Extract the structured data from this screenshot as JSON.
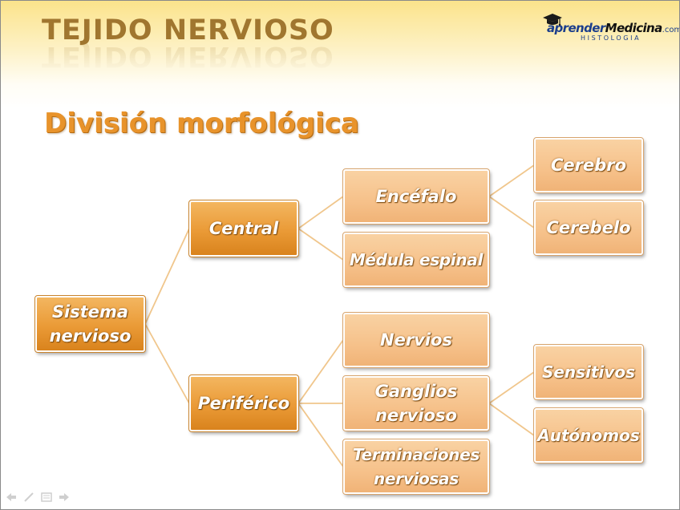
{
  "slide": {
    "title": "TEJIDO NERVIOSO",
    "subtitle": "División morfológica"
  },
  "logo": {
    "part1": "aprender",
    "part2": "Medicina",
    "suffix": ".com",
    "sub": "HISTOLOGIA",
    "icon": "graduation-cap-icon"
  },
  "diagram": {
    "root": "Sistema nervioso",
    "central": "Central",
    "periferico": "Periférico",
    "encefalo": "Encéfalo",
    "medula": "Médula espinal",
    "cerebro": "Cerebro",
    "cerebelo": "Cerebelo",
    "nervios": "Nervios",
    "ganglios": "Ganglios nervioso",
    "terminaciones": "Terminaciones nerviosas",
    "sensitivos": "Sensitivos",
    "autonomos": "Autónomos"
  },
  "colors": {
    "title": "#a0762f",
    "subtitle": "#e8932b",
    "node_dark": "#ea9a36",
    "node_light": "#f6c18a",
    "connector": "#f0c68c"
  },
  "toolbar_icons": [
    "previous-icon",
    "pen-icon",
    "slides-icon",
    "next-icon"
  ]
}
